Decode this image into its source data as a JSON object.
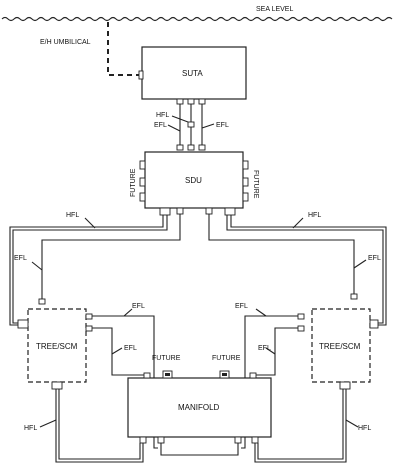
{
  "diagram": {
    "sea_level": "SEA LEVEL",
    "umbilical": "E/H UMBILICAL",
    "nodes": {
      "suta": "SUTA",
      "sdu": "SDU",
      "tree_left": "TREE/SCM",
      "tree_right": "TREE/SCM",
      "manifold": "MANIFOLD"
    },
    "labels": {
      "hfl_suta": "HFL",
      "efl_suta_left": "EFL",
      "efl_suta_right": "EFL",
      "future_sdu_left": "FUTURE",
      "future_sdu_right": "FUTURE",
      "hfl_left_top": "HFL",
      "hfl_right_top": "HFL",
      "efl_left_top": "EFL",
      "efl_right_top": "EFL",
      "efl_tree_left_upper": "EFL",
      "efl_tree_left_lower": "EFL",
      "efl_tree_right_upper": "EFL",
      "efl_tree_right_lower": "EFL",
      "future_manifold_left": "FUTURE",
      "future_manifold_right": "FUTURE",
      "hfl_left_bottom": "HFL",
      "hfl_right_bottom": "HFL"
    }
  }
}
